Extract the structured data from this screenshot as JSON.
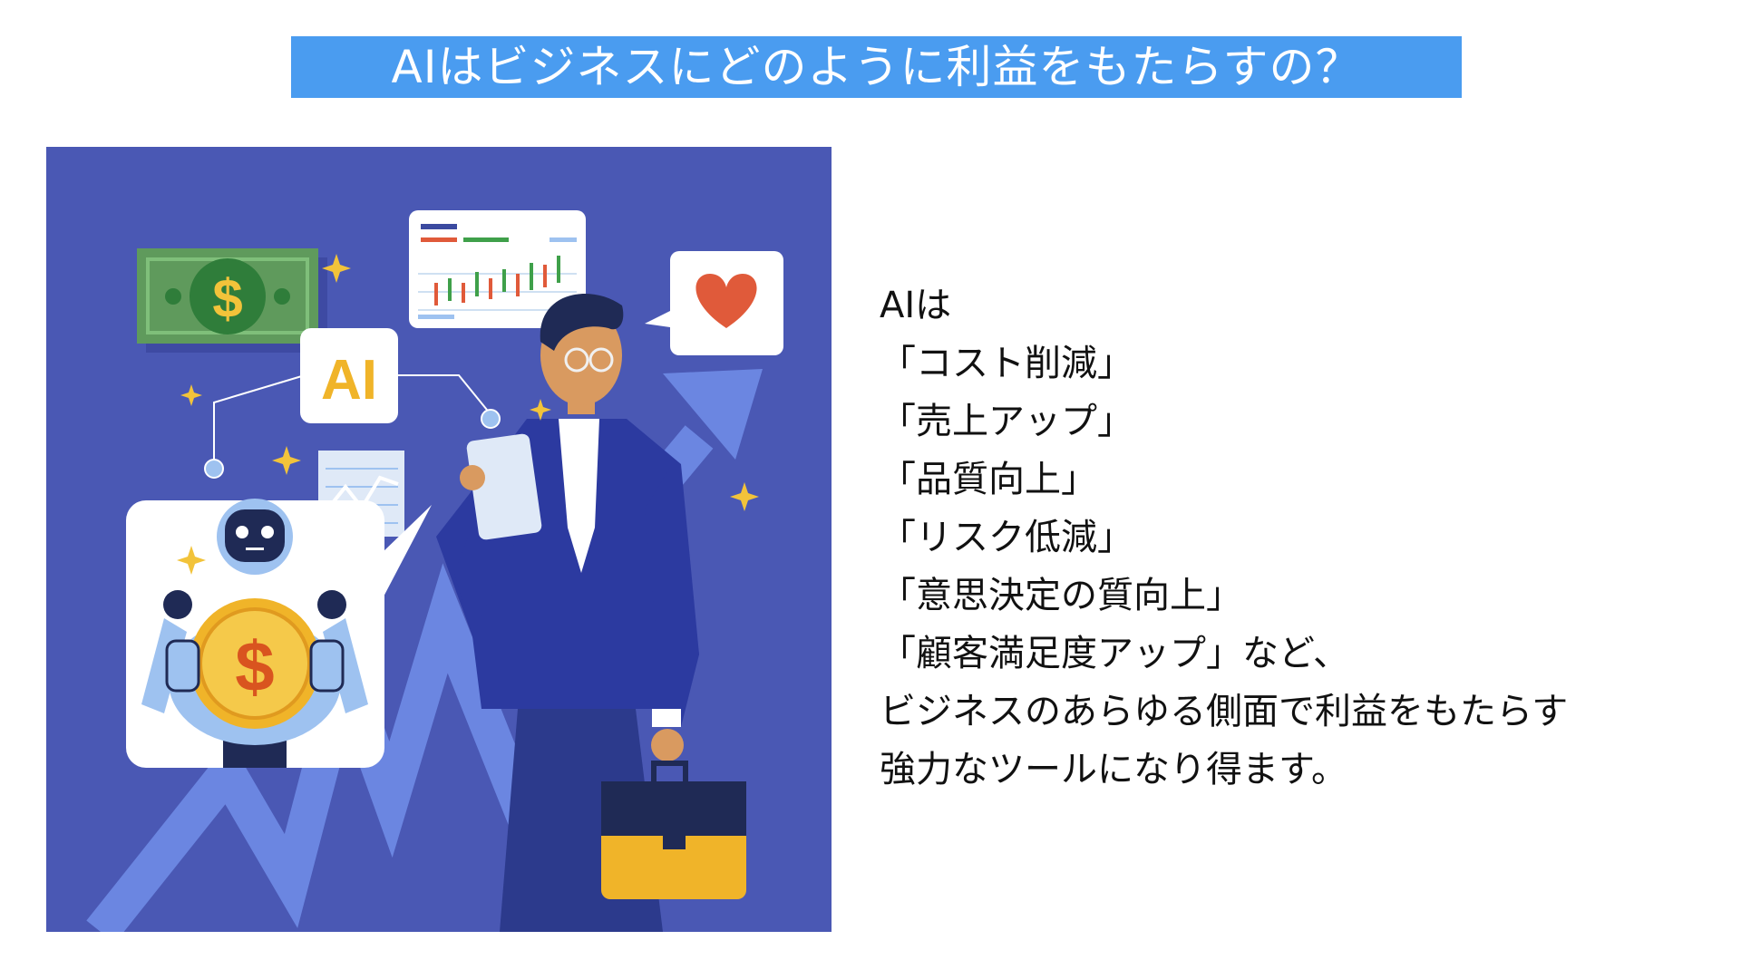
{
  "slide": {
    "title": "AIはビジネスにどのように利益をもたらすの？",
    "illustration": {
      "ai_badge": "AI",
      "bill_symbol": "$",
      "coin_symbol": "$"
    },
    "body_lines": [
      "AIは",
      "「コスト削減」",
      "「売上アップ」",
      "「品質向上」",
      "「リスク低減」",
      "「意思決定の質向上」",
      "「顧客満足度アップ」など、",
      "ビジネスのあらゆる側面で利益をもたらす",
      "強力なツールになり得ます。"
    ]
  }
}
